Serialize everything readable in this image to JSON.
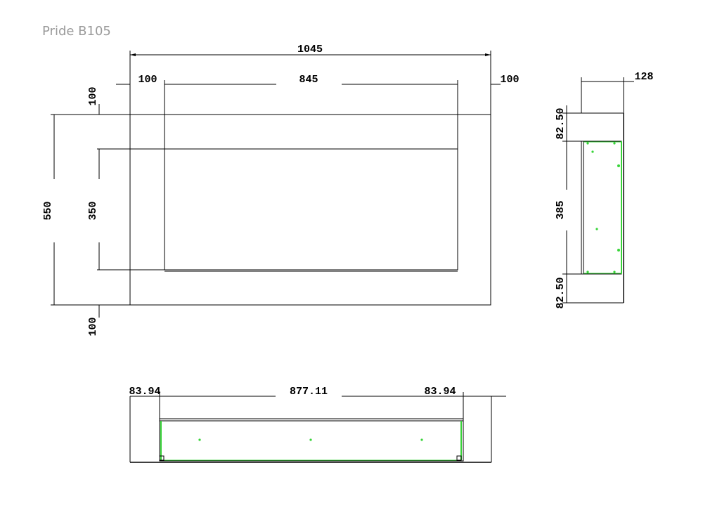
{
  "title": "Pride B105",
  "colors": {
    "outline": "#000000",
    "accent": "#39d43a",
    "title": "#9a9a9a"
  },
  "front_view": {
    "overall_width": "1045",
    "left_margin": "100",
    "opening_width": "845",
    "right_margin": "100",
    "top_margin": "100",
    "overall_height": "550",
    "opening_height": "350",
    "bottom_margin": "100"
  },
  "side_view": {
    "depth": "128",
    "top_offset": "82.50",
    "body_height": "385",
    "bottom_offset": "82.50"
  },
  "bottom_view": {
    "left": "83.94",
    "center": "877.11",
    "right": "83.94"
  }
}
